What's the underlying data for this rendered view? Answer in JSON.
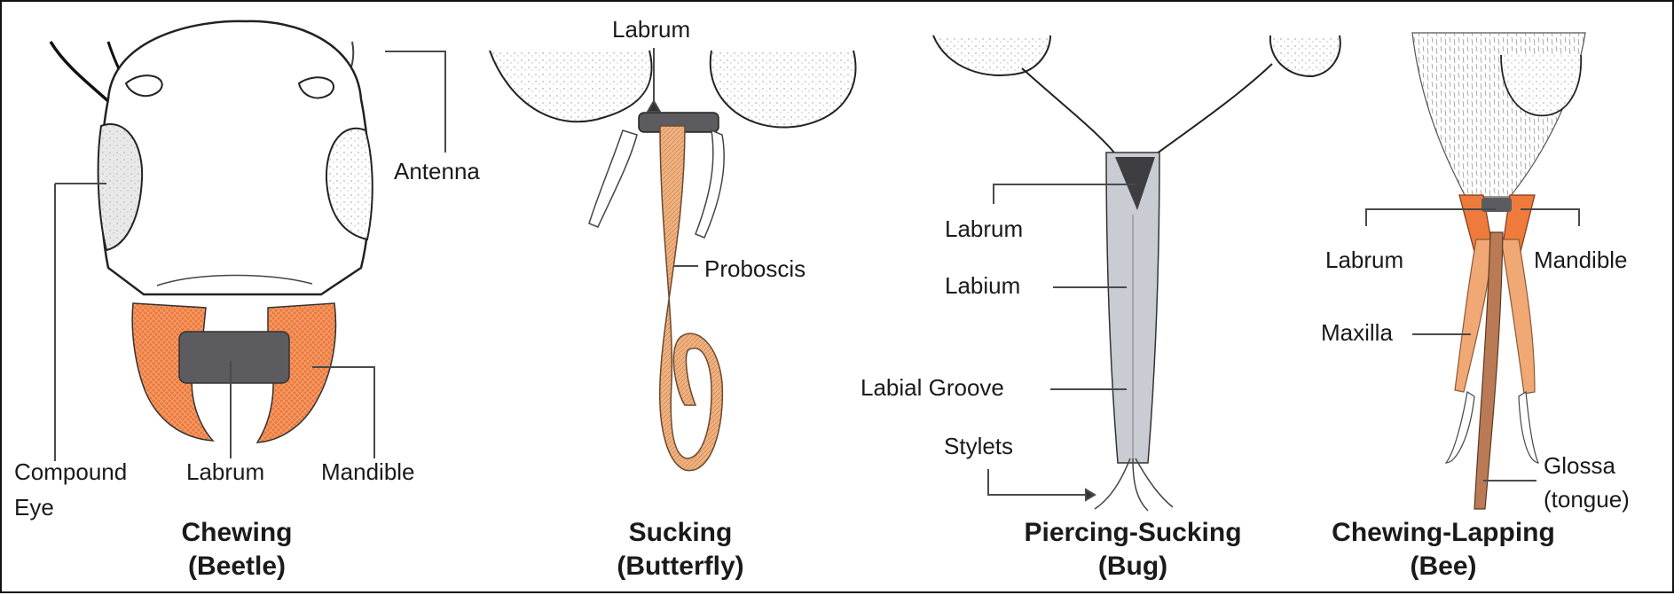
{
  "panels": [
    {
      "caption": "Chewing",
      "subcaption": "(Beetle)",
      "labels": {
        "antenna": "Antenna",
        "compound_eye_line1": "Compound",
        "compound_eye_line2": "Eye",
        "labrum": "Labrum",
        "mandible": "Mandible"
      }
    },
    {
      "caption": "Sucking",
      "subcaption": "(Butterfly)",
      "labels": {
        "labrum": "Labrum",
        "proboscis": "Proboscis"
      }
    },
    {
      "caption": "Piercing-Sucking",
      "subcaption": "(Bug)",
      "labels": {
        "labrum": "Labrum",
        "labium": "Labium",
        "labial_groove": "Labial Groove",
        "stylets": "Stylets"
      }
    },
    {
      "caption": "Chewing-Lapping",
      "subcaption": "(Bee)",
      "labels": {
        "labrum": "Labrum",
        "mandible": "Mandible",
        "maxilla": "Maxilla",
        "glossa_line1": "Glossa",
        "glossa_line2": "(tongue)"
      }
    }
  ],
  "colors": {
    "mandible_orange": "#ee7a3c",
    "labrum_gray": "#5c5c60",
    "proboscis_tan": "#f2b27f",
    "labium_gray": "#c9ccd3",
    "maxilla_tan": "#f0a874",
    "glossa_brown": "#b97a55",
    "leader_line": "#4a4a4a",
    "outline": "#222222"
  }
}
